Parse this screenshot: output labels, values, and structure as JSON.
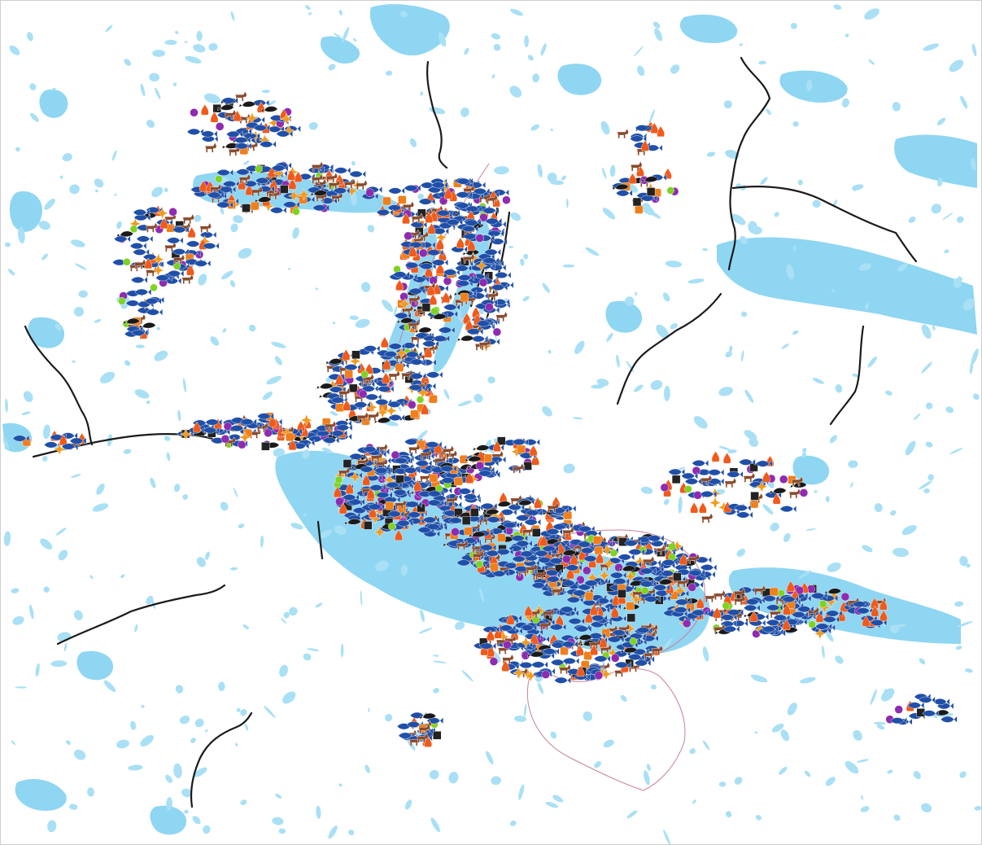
{
  "map": {
    "colors": {
      "water": "#8fd6f2",
      "water_light": "#a9e0f5",
      "land": "#ffffff",
      "boundary": "#1b1b1b",
      "route": "#c7829a"
    },
    "layers": [
      {
        "name": "fish",
        "icon": "fish-icon",
        "color": "#1f4fa8"
      },
      {
        "name": "moose",
        "icon": "moose-icon",
        "color": "#8a4a2b"
      },
      {
        "name": "campfire",
        "icon": "campfire-icon",
        "color": "#f05a1a"
      },
      {
        "name": "beaver",
        "icon": "beaver-icon",
        "color": "#1a1a1a"
      },
      {
        "name": "bird",
        "icon": "bird-icon",
        "color": "#8e2bb0"
      },
      {
        "name": "sun",
        "icon": "sun-icon",
        "color": "#f29a1c"
      },
      {
        "name": "campsite",
        "icon": "campsite-icon",
        "color": "#f07f1b"
      },
      {
        "name": "portage",
        "icon": "portage-icon",
        "color": "#222222"
      },
      {
        "name": "leaf",
        "icon": "leaf-icon",
        "color": "#7ed321"
      }
    ]
  }
}
